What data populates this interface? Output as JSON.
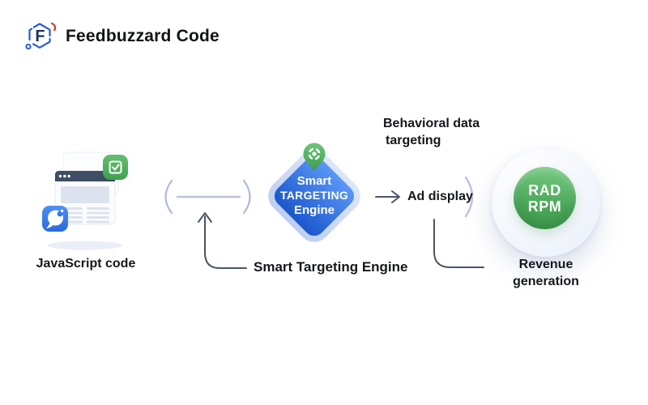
{
  "brand": {
    "name": "Feedbuzzard Code",
    "monogram": "F"
  },
  "colors": {
    "logo_blue": "#2a5bd7",
    "logo_red": "#d3362c",
    "engine_blue_top": "#5b97f7",
    "engine_blue_bottom": "#1a57cc",
    "engine_halo": "#c2d1f3",
    "green": "#44a251",
    "connector_light": "#b7c3db",
    "arrow_dark": "#4c5565",
    "text": "#15171c"
  },
  "icons": {
    "logo_hexagon": "hexagon-outline-with-F",
    "window_dots": "browser-traffic-dots",
    "checkbox_badge": "green-checkbox",
    "chat_badge": "blue-chat-bubble",
    "target_pin": "green-location-pin-with-target",
    "paren_link": "parenthesis-connector",
    "up_arrow": "curved-up-arrow",
    "right_arrow": "right-arrow"
  },
  "nodes": {
    "javascript": {
      "label": "JavaScript code"
    },
    "engine": {
      "line1": "Smart",
      "line2": "TARGETING",
      "line3": "Engine"
    },
    "engine_caption": {
      "label": "Smart Targeting Engine"
    },
    "behavioral": {
      "line1": "Behavioral data",
      "line2": "targeting"
    },
    "ad_display": {
      "label": "Ad display"
    },
    "rad": {
      "line1": "RAD",
      "line2": "RPM"
    },
    "revenue": {
      "line1": "Revenue",
      "line2": "generation"
    }
  }
}
